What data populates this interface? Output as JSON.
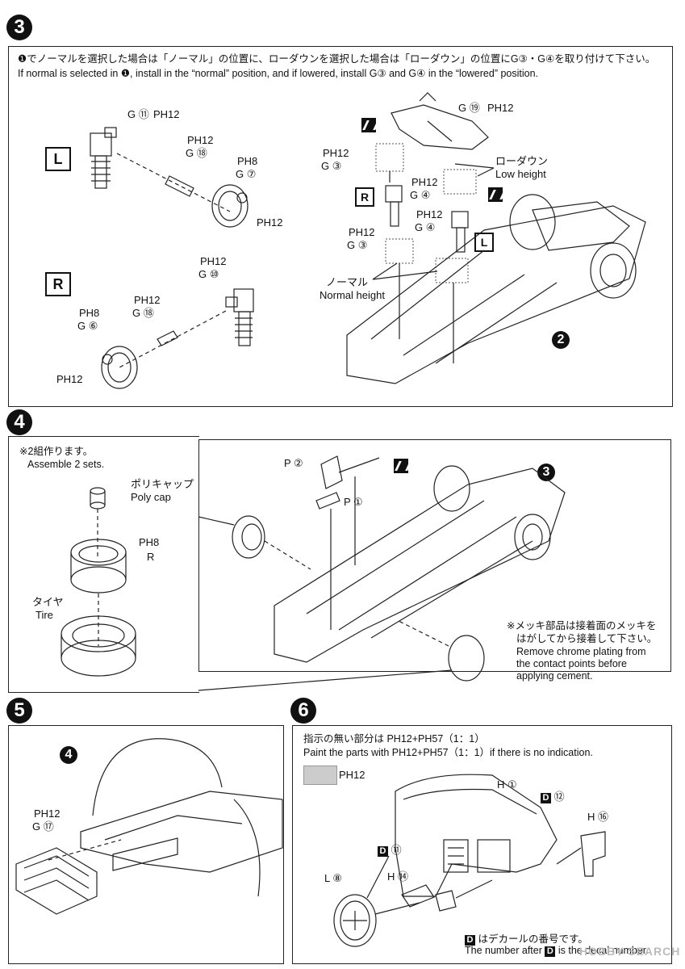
{
  "step3": {
    "number": "3",
    "instruction_jp": "❶でノーマルを選択した場合は「ノーマル」の位置に、ローダウンを選択した場合は「ローダウン」の位置にG③・G④を取り付けて下さい。",
    "instruction_en": "If normal is selected in ❶, install in the “normal” position, and if lowered, install G③ and G④ in the “lowered” position.",
    "side_left": "L",
    "side_right": "R",
    "part_g11": "G ⑪",
    "paint_ph12": "PH12",
    "part_g18": "G ⑱",
    "paint_ph8": "PH8",
    "part_g7": "G ⑦",
    "part_g10": "G ⑩",
    "part_g6": "G ⑥",
    "part_g19": "G ⑲",
    "part_g3": "G ③",
    "part_g4": "G ④",
    "lowdown_jp": "ローダウン",
    "lowdown_en": "Low height",
    "normal_jp": "ノーマル",
    "normal_en": "Normal height",
    "callout": "2"
  },
  "step4": {
    "number": "4",
    "note_jp": "※2組作ります。",
    "note_en": "Assemble 2 sets.",
    "polycap_jp": "ポリキャップ",
    "polycap_en": "Poly cap",
    "paint_ph8": "PH8",
    "part_r": "R",
    "tire_jp": "タイヤ",
    "tire_en": "Tire",
    "part_p2": "P ②",
    "part_p1": "P ①",
    "callout": "3",
    "chrome_jp1": "※メッキ部品は接着面のメッキを",
    "chrome_jp2": "はがしてから接着して下さい。",
    "chrome_en1": "Remove chrome plating from",
    "chrome_en2": "the contact points before",
    "chrome_en3": "applying cement."
  },
  "step5": {
    "number": "5",
    "callout": "4",
    "paint_ph12": "PH12",
    "part_g17": "G ⑰"
  },
  "step6": {
    "number": "6",
    "paint_jp": "指示の無い部分は PH12+PH57（1：1）",
    "paint_en": "Paint the parts with PH12+PH57（1：1）if there is no indication.",
    "swatch_label": "PH12",
    "part_h1": "H ①",
    "decal_12": "⑫",
    "part_h16": "H ⑯",
    "decal_11": "⑪",
    "part_l8": "L ⑧",
    "part_h14": "H ⑭",
    "decal_mark": "D",
    "decal_note_jp": "はデカールの番号です。",
    "decal_note_en": "The number after",
    "decal_note_en2": "is the decal number."
  },
  "watermark": "HOBBY SEARCH",
  "colors": {
    "ink": "#111111",
    "swatch": "#cccccc"
  }
}
